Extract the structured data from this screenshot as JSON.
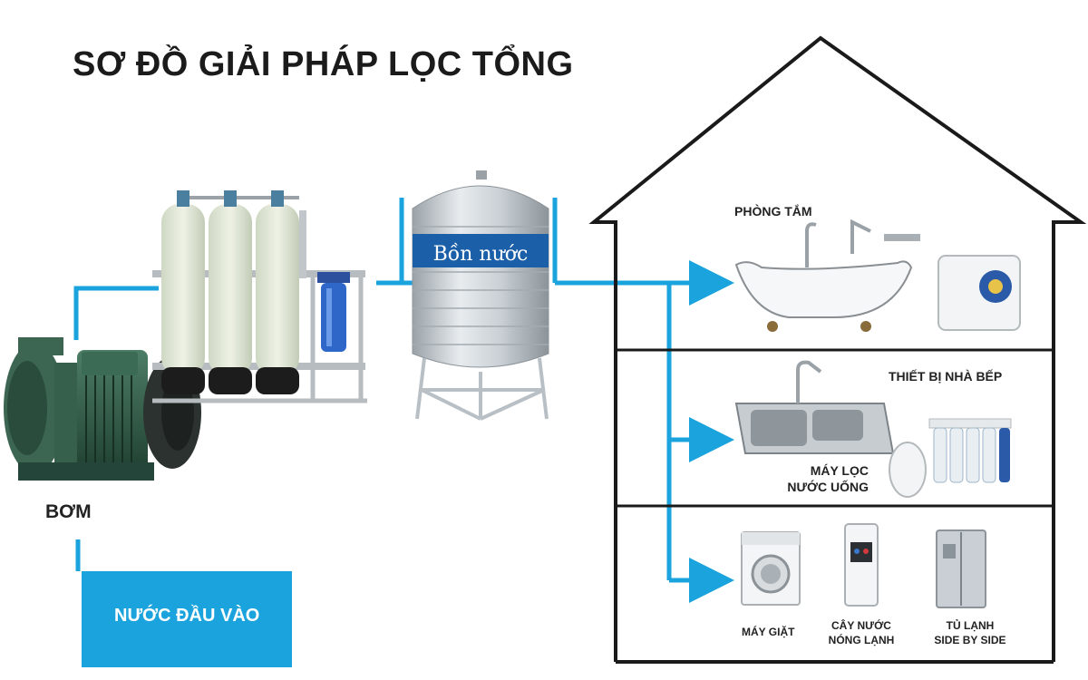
{
  "title": "SƠ ĐỒ GIẢI PHÁP LỌC TỔNG",
  "pump": {
    "label": "BƠM",
    "icon": "water-pump-icon"
  },
  "inlet": {
    "label": "NƯỚC ĐẦU VÀO",
    "color": "#1aa3dc"
  },
  "filter_system": {
    "icon": "filter-columns-icon"
  },
  "tank": {
    "label": "Bồn nước",
    "icon": "water-tank-icon"
  },
  "house": {
    "rooms": [
      {
        "name": "PHÒNG TẮM",
        "items": [
          {
            "icon": "bathtub-icon"
          },
          {
            "icon": "water-heater-icon"
          }
        ]
      },
      {
        "name": "THIẾT BỊ NHÀ BẾP",
        "items": [
          {
            "icon": "kitchen-sink-icon"
          },
          {
            "label_line1": "MÁY LỌC",
            "label_line2": "NƯỚC UỐNG",
            "icon": "ro-purifier-icon"
          }
        ]
      },
      {
        "name": "",
        "items": [
          {
            "label": "MÁY GIẶT",
            "icon": "washing-machine-icon"
          },
          {
            "label_line1": "CÂY NƯỚC",
            "label_line2": "NÓNG LẠNH",
            "icon": "water-dispenser-icon"
          },
          {
            "label_line1": "TỦ LẠNH",
            "label_line2": "SIDE BY SIDE",
            "icon": "fridge-icon"
          }
        ]
      }
    ]
  },
  "colors": {
    "pipe": "#1aa3dc",
    "outline": "#1a1a1a",
    "pump_green": "#2f5d48"
  }
}
